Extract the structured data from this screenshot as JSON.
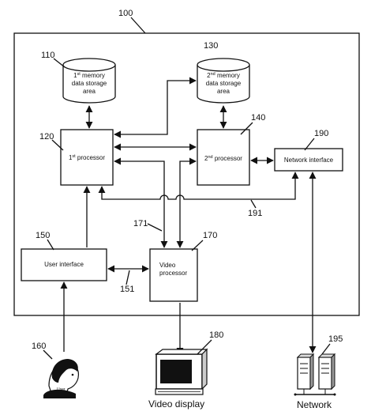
{
  "refs": {
    "system": "100",
    "mem1": "110",
    "processor1": "120",
    "mem2": "130",
    "processor2": "140",
    "user_interface": "150",
    "bus_151": "151",
    "user": "160",
    "video_processor": "170",
    "bus_171": "171",
    "video_display": "180",
    "network_interface": "190",
    "bus_191": "191",
    "network": "195"
  },
  "labels": {
    "mem1_line1": "1st memory",
    "mem1_line2": "data storage",
    "mem1_line3": "area",
    "mem2_line1": "2nd memory",
    "mem2_line2": "data storage",
    "mem2_line3": "area",
    "processor1": "1st processor",
    "processor2": "2nd processor",
    "network_interface": "Network interface",
    "user_interface": "User interface",
    "video_processor_line1": "Video",
    "video_processor_line2": "processor",
    "user": "User",
    "video_display": "Video display",
    "network": "Network"
  },
  "icons": {
    "user": "person-head-icon",
    "video_display": "crt-monitor-icon",
    "network": "server-pair-icon"
  }
}
